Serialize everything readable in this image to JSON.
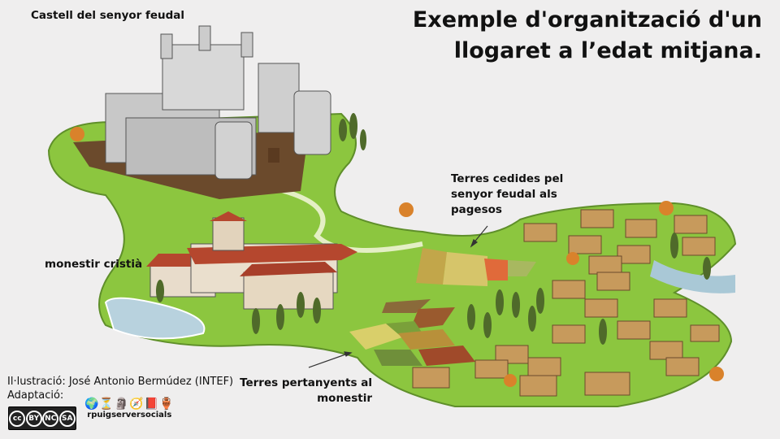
{
  "title": {
    "line1": "Exemple d'organització d'un",
    "line2": "llogaret a l’edat mitjana."
  },
  "labels": {
    "castle": "Castell del senyor feudal",
    "monastery": "monestir cristià",
    "ceded_lands": [
      "Terres cedides pel",
      "senyor feudal als",
      "pagesos"
    ],
    "monastery_lands": [
      "Terres pertanyents al",
      "monestir"
    ]
  },
  "credits": {
    "illustration": "Il·lustració: José Antonio Bermúdez (INTEF)",
    "adaptation": "Adaptació:",
    "license_badges": [
      "BY",
      "NC",
      "SA"
    ],
    "brand": "rpuigserversocials"
  },
  "colors": {
    "background": "#efeeee",
    "grass": "#8cc63f",
    "castle": "#c8c8c8",
    "roof": "#b5472e",
    "house": "#c79a5c"
  }
}
